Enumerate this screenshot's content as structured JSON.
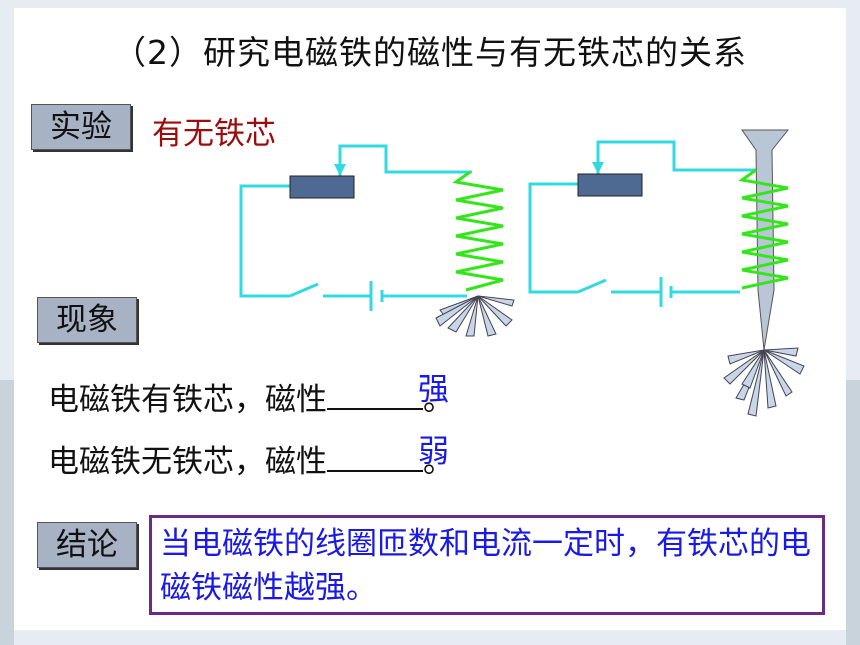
{
  "title": "（2）研究电磁铁的磁性与有无铁芯的关系",
  "labels": {
    "experiment": "实验",
    "phenomenon": "现象",
    "conclusion": "结论"
  },
  "experiment_subject": "有无铁芯",
  "observations": [
    {
      "text": "电磁铁有铁芯，磁性",
      "answer": "强",
      "end": "。"
    },
    {
      "text": "电磁铁无铁芯，磁性",
      "answer": "弱",
      "end": "。"
    }
  ],
  "conclusion_text": "当电磁铁的线圈匝数和电流一定时，有铁芯的电磁铁磁性越强。",
  "colors": {
    "wire": "#33d9e0",
    "coil": "#33e61a",
    "answer": "#1a1ae6",
    "subject": "#9b0d0d",
    "conclusion_border": "#6b2a87"
  }
}
